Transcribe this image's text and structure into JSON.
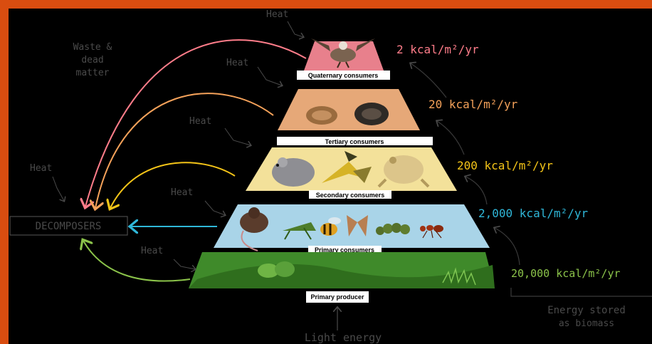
{
  "colors": {
    "background": "#000000",
    "border": "#d94d10",
    "level_quaternary": "#e8808c",
    "level_tertiary": "#e6a878",
    "level_secondary": "#f3e19a",
    "level_primary": "#a9d4e8",
    "level_producer": "#3f8a2a",
    "energy_quaternary": "#ff7d8a",
    "energy_tertiary": "#f5a25a",
    "energy_secondary": "#f5c518",
    "energy_primary": "#2fb7d8",
    "energy_producer": "#8bc34a",
    "annotation": "#4a4a4a"
  },
  "levels": [
    {
      "label": "Quaternary consumers",
      "energy": "2 kcal/m²/yr"
    },
    {
      "label": "Tertiary consumers",
      "energy": "20 kcal/m²/yr"
    },
    {
      "label": "Secondary consumers",
      "energy": "200 kcal/m²/yr"
    },
    {
      "label": "Primary consumers",
      "energy": "2,000 kcal/m²/yr"
    },
    {
      "label": "Primary producer",
      "energy": "20,000 kcal/m²/yr"
    }
  ],
  "annotations": {
    "decomposers": "DECOMPOSERS",
    "waste_line1": "Waste &",
    "waste_line2": "dead",
    "waste_line3": "matter",
    "heat": "Heat",
    "light": "Light energy",
    "biomass_line1": "Energy stored",
    "biomass_line2": "as biomass"
  },
  "icons": [
    "hawk-icon",
    "snake-icon",
    "mouse-icon",
    "bird-icon",
    "toad-icon",
    "grasshopper-icon",
    "bee-icon",
    "moth-icon",
    "caterpillar-icon",
    "ant-icon",
    "bush-icon"
  ]
}
